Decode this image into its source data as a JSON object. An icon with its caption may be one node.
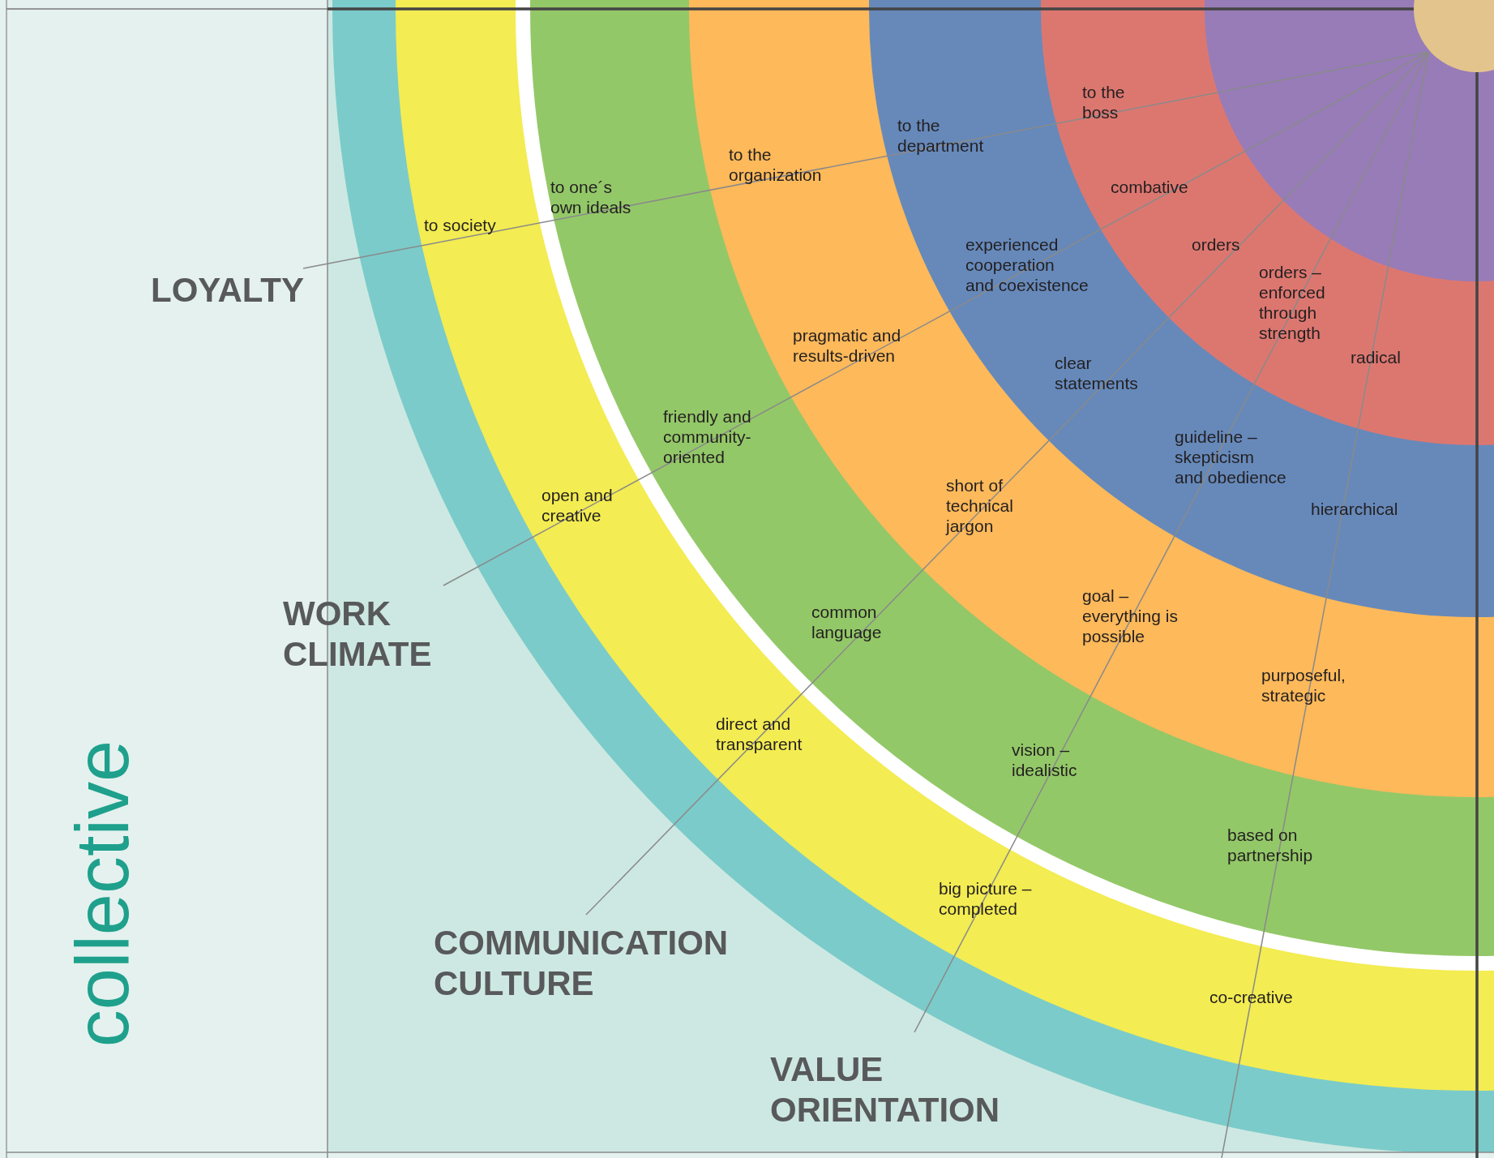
{
  "diagram": {
    "nodes": [
      {
        "text": [],
        "shape": "circle"
      },
      {
        "text": [
          "LOYALTY"
        ]
      },
      {
        "text": [
          "WORK CLIMATE"
        ]
      },
      {
        "text": [
          "COMMUNICATION CULTURE"
        ]
      },
      {
        "text": [
          "VALUE ORIENTATION"
        ]
      }
    ],
    "edges": [
      {
        "from": 1,
        "to": 0,
        "arrow": "none"
      },
      {
        "from": 2,
        "to": 0,
        "arrow": "none"
      },
      {
        "from": 3,
        "to": 0,
        "arrow": "none"
      },
      {
        "from": 4,
        "to": 0,
        "arrow": "none"
      },
      {
        "from": 0,
        "to": null,
        "arrow": "none"
      }
    ],
    "labels": [
      "to the boss",
      "to the department",
      "to the organization",
      "combative",
      "to one´s own ideals",
      "to society",
      "experienced cooperation and coexistence",
      "orders",
      "orders – enforced through strength",
      "pragmatic and results-driven",
      "radical",
      "clear statements",
      "friendly and community-oriented",
      "guideline – skepticism and obedience",
      "short of technical jargon",
      "open and creative",
      "hierarchical",
      "goal – everything is possible",
      "common language",
      "purposeful, strategic",
      "collective",
      "direct and transparent",
      "vision – idealistic",
      "based on partnership",
      "big picture – completed",
      "co-creative"
    ]
  }
}
